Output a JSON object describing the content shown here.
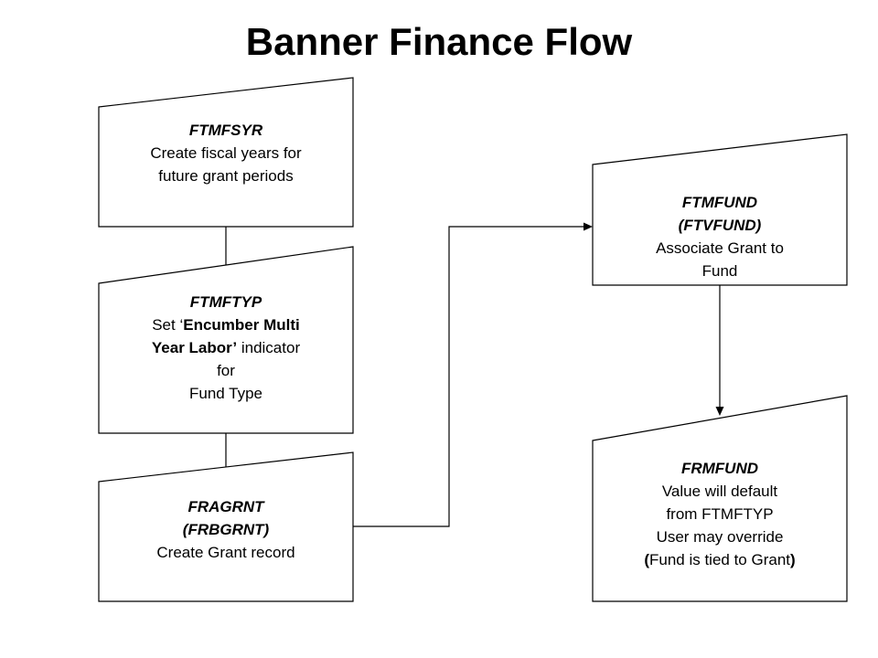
{
  "title": "Banner Finance Flow",
  "boxes": {
    "ftmfsyr": {
      "code": "FTMFSYR",
      "lines": [
        "Create fiscal years for",
        "future grant periods"
      ]
    },
    "ftmftyp": {
      "code": "FTMFTYP",
      "line1_pre": "Set ‘",
      "line1_bold": "Encumber Multi",
      "line2_bold": "Year Labor’",
      "line2_post": " indicator",
      "line3": "for",
      "line4": "Fund Type"
    },
    "fragrnt": {
      "code": "FRAGRNT",
      "code2": "(FRBGRNT)",
      "line": "Create Grant record"
    },
    "ftmfund": {
      "code": "FTMFUND",
      "code2": "(FTVFUND)",
      "lines": [
        "Associate Grant to",
        "Fund"
      ]
    },
    "frmfund": {
      "code": "FRMFUND",
      "lines": [
        "Value will default",
        "from FTMFTYP",
        "User may override"
      ],
      "last_pre": "(",
      "last_mid": "Fund is tied to Grant",
      "last_post": ")"
    }
  }
}
